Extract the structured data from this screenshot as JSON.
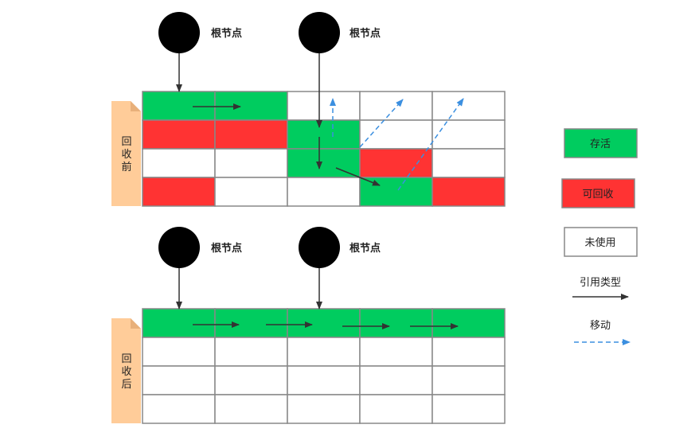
{
  "colors": {
    "alive": "#00CC5F",
    "reclaimable": "#FF3333",
    "unused": "#FFFFFF",
    "grid": "#888888",
    "root": "#000000",
    "tag": "#FFCC99",
    "tag_fold": "#E8B07A",
    "reference": "#333333",
    "move": "#3B8FE0"
  },
  "grid": {
    "rows": 4,
    "cols": 5
  },
  "before": {
    "tag": [
      "回",
      "收",
      "前"
    ],
    "roots": [
      {
        "label": "根节点"
      },
      {
        "label": "根节点"
      }
    ],
    "cells": [
      [
        "alive",
        "alive",
        "unused",
        "unused",
        "unused"
      ],
      [
        "reclaimable",
        "reclaimable",
        "alive",
        "unused",
        "unused"
      ],
      [
        "unused",
        "unused",
        "alive",
        "reclaimable",
        "unused"
      ],
      [
        "reclaimable",
        "unused",
        "unused",
        "alive",
        "reclaimable"
      ]
    ]
  },
  "after": {
    "tag": [
      "回",
      "收",
      "后"
    ],
    "roots": [
      {
        "label": "根节点"
      },
      {
        "label": "根节点"
      }
    ],
    "cells": [
      [
        "alive",
        "alive",
        "alive",
        "alive",
        "alive"
      ],
      [
        "unused",
        "unused",
        "unused",
        "unused",
        "unused"
      ],
      [
        "unused",
        "unused",
        "unused",
        "unused",
        "unused"
      ],
      [
        "unused",
        "unused",
        "unused",
        "unused",
        "unused"
      ]
    ]
  },
  "legend": {
    "alive": "存活",
    "reclaimable": "可回收",
    "unused": "未使用",
    "reference": "引用类型",
    "move": "移动"
  }
}
